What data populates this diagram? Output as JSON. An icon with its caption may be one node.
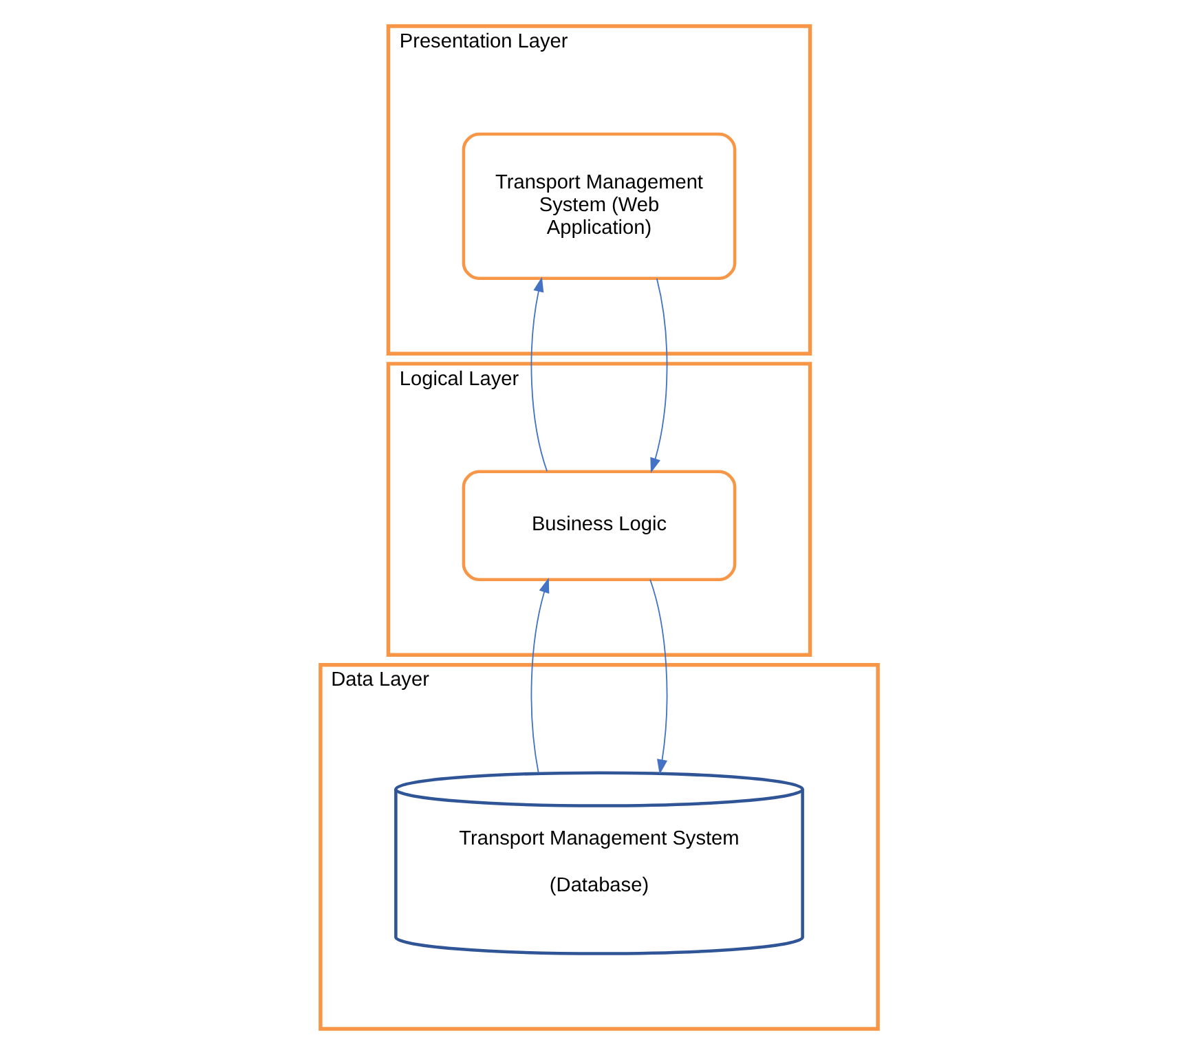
{
  "diagram": {
    "nodes": [
      {
        "text": [
          "Presentation Layer"
        ]
      },
      {
        "text": [
          "Transport Management System (Web Application)"
        ],
        "in": 0
      },
      {
        "text": [
          "Logical Layer"
        ]
      },
      {
        "text": [
          "Business Logic"
        ],
        "in": 2
      },
      {
        "text": [
          "Data Layer"
        ]
      },
      {
        "text": [
          "Transport Management System",
          "(Database)"
        ],
        "in": 4
      }
    ],
    "edges": [
      {
        "from": 3,
        "to": 1,
        "arrow": "to"
      },
      {
        "from": 1,
        "to": 3,
        "arrow": "to"
      },
      {
        "from": 5,
        "to": 3,
        "arrow": "to"
      },
      {
        "from": 3,
        "to": 5,
        "arrow": "to"
      }
    ]
  }
}
